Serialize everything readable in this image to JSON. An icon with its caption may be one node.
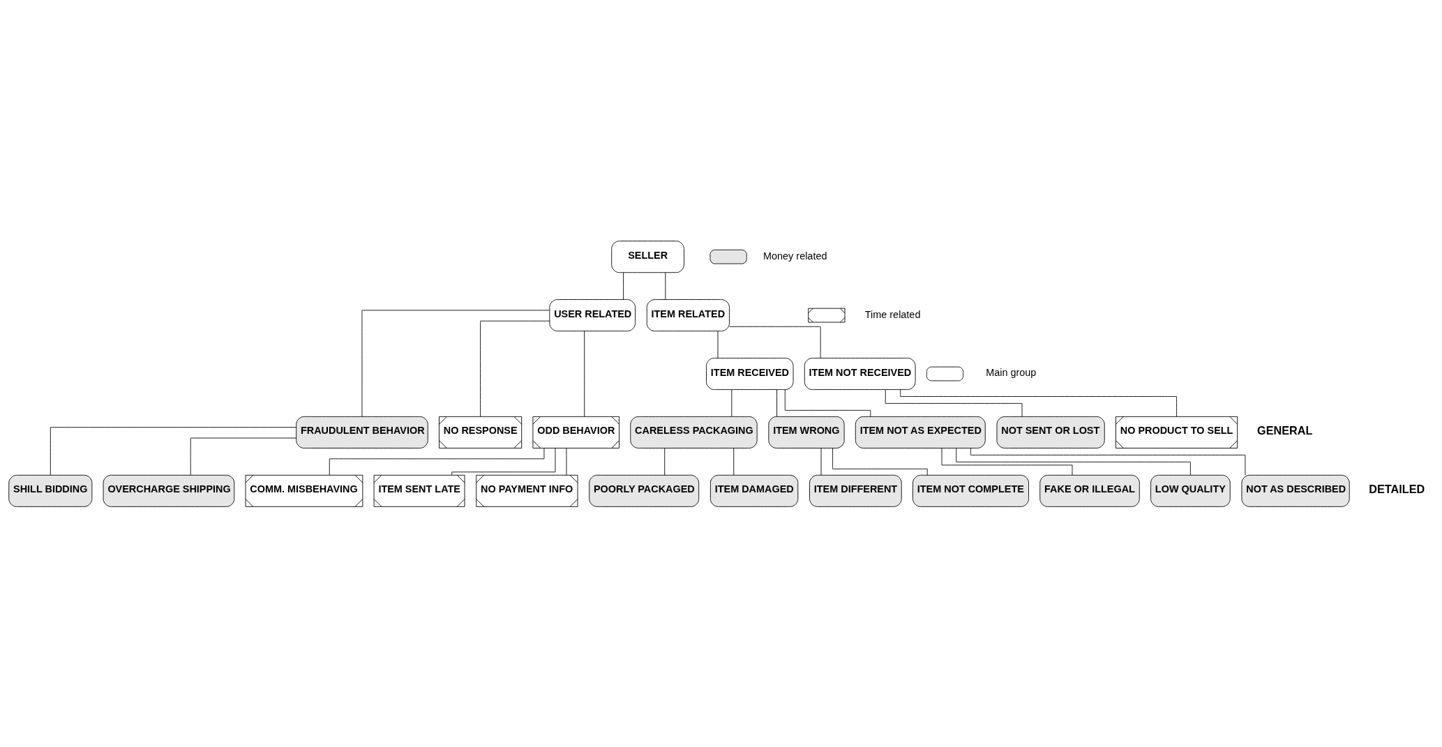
{
  "diagram": {
    "nodes": [
      {
        "text": [
          "SELLER"
        ]
      },
      {
        "text": [
          "USER RELATED"
        ]
      },
      {
        "text": [
          "ITEM RELATED"
        ]
      },
      {
        "text": [
          "ITEM RECEIVED"
        ]
      },
      {
        "text": [
          "ITEM NOT RECEIVED"
        ]
      },
      {
        "text": [
          "FRAUDULENT BEHAVIOR"
        ]
      },
      {
        "text": [
          "NO RESPONSE"
        ]
      },
      {
        "text": [
          "ODD BEHAVIOR"
        ]
      },
      {
        "text": [
          "CARELESS PACKAGING"
        ]
      },
      {
        "text": [
          "ITEM WRONG"
        ]
      },
      {
        "text": [
          "ITEM NOT AS EXPECTED"
        ]
      },
      {
        "text": [
          "NOT SENT OR LOST"
        ]
      },
      {
        "text": [
          "NO PRODUCT TO SELL"
        ]
      },
      {
        "text": [
          "COMM. MISBEHAVING"
        ]
      },
      {
        "text": [
          "ITEM SENT LATE"
        ]
      },
      {
        "text": [
          "NO PAYMENT INFO"
        ]
      },
      {
        "text": [
          "SHILL BIDDING"
        ]
      },
      {
        "text": [
          "OVERCHARGE SHIPPING"
        ]
      },
      {
        "text": [
          "POORLY PACKAGED"
        ]
      },
      {
        "text": [
          "ITEM DAMAGED"
        ]
      },
      {
        "text": [
          "ITEM DIFFERENT"
        ]
      },
      {
        "text": [
          "ITEM NOT COMPLETE"
        ]
      },
      {
        "text": [
          "FAKE OR ILLEGAL"
        ]
      },
      {
        "text": [
          "LOW QUALITY"
        ]
      },
      {
        "text": [
          "NOT AS DESCRIBED"
        ]
      }
    ],
    "edges": [
      {
        "from": 0,
        "to": 1,
        "arrow": "none"
      },
      {
        "from": 0,
        "to": 2,
        "arrow": "none"
      },
      {
        "from": 2,
        "to": 3,
        "arrow": "none"
      },
      {
        "from": 2,
        "to": 4,
        "arrow": "none"
      },
      {
        "from": 1,
        "to": 5,
        "arrow": "none"
      },
      {
        "from": 1,
        "to": 6,
        "arrow": "none"
      },
      {
        "from": 1,
        "to": 7,
        "arrow": "none"
      },
      {
        "from": 3,
        "to": 8,
        "arrow": "none"
      },
      {
        "from": 3,
        "to": 9,
        "arrow": "none"
      },
      {
        "from": 3,
        "to": 10,
        "arrow": "none"
      },
      {
        "from": 4,
        "to": 11,
        "arrow": "none"
      },
      {
        "from": 4,
        "to": 12,
        "arrow": "none"
      },
      {
        "from": 7,
        "to": 13,
        "arrow": "none"
      },
      {
        "from": 7,
        "to": 14,
        "arrow": "none"
      },
      {
        "from": 7,
        "to": 15,
        "arrow": "none"
      },
      {
        "from": 5,
        "to": 16,
        "arrow": "none"
      },
      {
        "from": 5,
        "to": 17,
        "arrow": "none"
      },
      {
        "from": 8,
        "to": 18,
        "arrow": "none"
      },
      {
        "from": 8,
        "to": 19,
        "arrow": "none"
      },
      {
        "from": 9,
        "to": 20,
        "arrow": "none"
      },
      {
        "from": 9,
        "to": 21,
        "arrow": "none"
      },
      {
        "from": 10,
        "to": 22,
        "arrow": "none"
      },
      {
        "from": 10,
        "to": 23,
        "arrow": "none"
      },
      {
        "from": 10,
        "to": 24,
        "arrow": "none"
      }
    ],
    "labels": [
      "GENERAL",
      "DETAILED"
    ],
    "legend": [
      {
        "text": "Money related",
        "color": "#e6e6e6"
      },
      {
        "text": "Time related"
      },
      {
        "text": "Main group",
        "color": "#ffffff"
      }
    ]
  }
}
